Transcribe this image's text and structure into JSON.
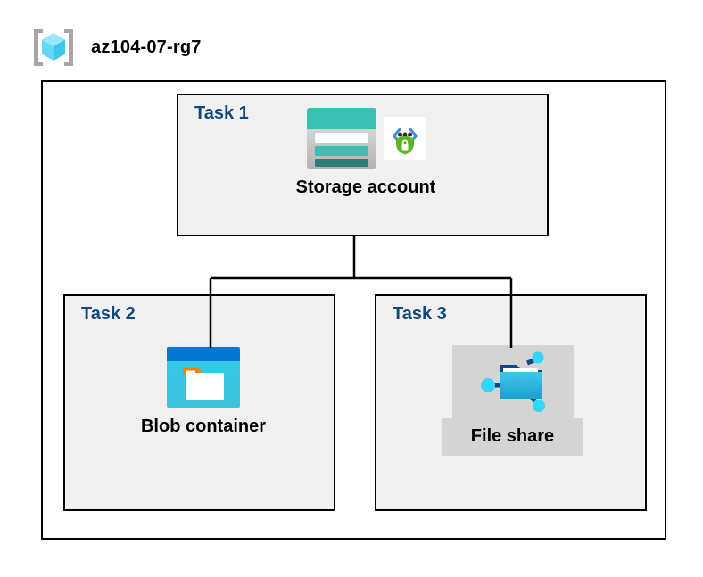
{
  "header": {
    "icon": "resource-group-icon",
    "title": "az104-07-rg7"
  },
  "boundary": {
    "name": "resource-group-boundary"
  },
  "tasks": [
    {
      "id": "task-1",
      "label": "Task 1",
      "node_label": "Storage account",
      "icons": [
        "storage-account-icon",
        "secure-endpoint-shield-icon"
      ],
      "label_highlighted": false
    },
    {
      "id": "task-2",
      "label": "Task 2",
      "node_label": "Blob container",
      "icons": [
        "blob-container-icon"
      ],
      "label_highlighted": false
    },
    {
      "id": "task-3",
      "label": "Task 3",
      "node_label": "File share",
      "icons": [
        "file-share-icon"
      ],
      "label_highlighted": true
    }
  ],
  "connectors": [
    {
      "from": "task-1",
      "to": "task-2"
    },
    {
      "from": "task-1",
      "to": "task-3"
    }
  ],
  "colors": {
    "task_label": "#11497a",
    "box_fill": "#f0f0f0",
    "box_border": "#000000",
    "highlight_fill": "#d4d4d4",
    "connector": "#000000",
    "storage_teal": "#3ac0b0",
    "storage_teal_dark": "#2a7e76",
    "blob_blue": "#0078d4",
    "blob_cyan": "#32c8e8",
    "blob_orange": "#f2820c",
    "shield_green": "#5fb624",
    "bracket_gray": "#a6a6a6",
    "cube_cyan": "#7fdcf7"
  }
}
